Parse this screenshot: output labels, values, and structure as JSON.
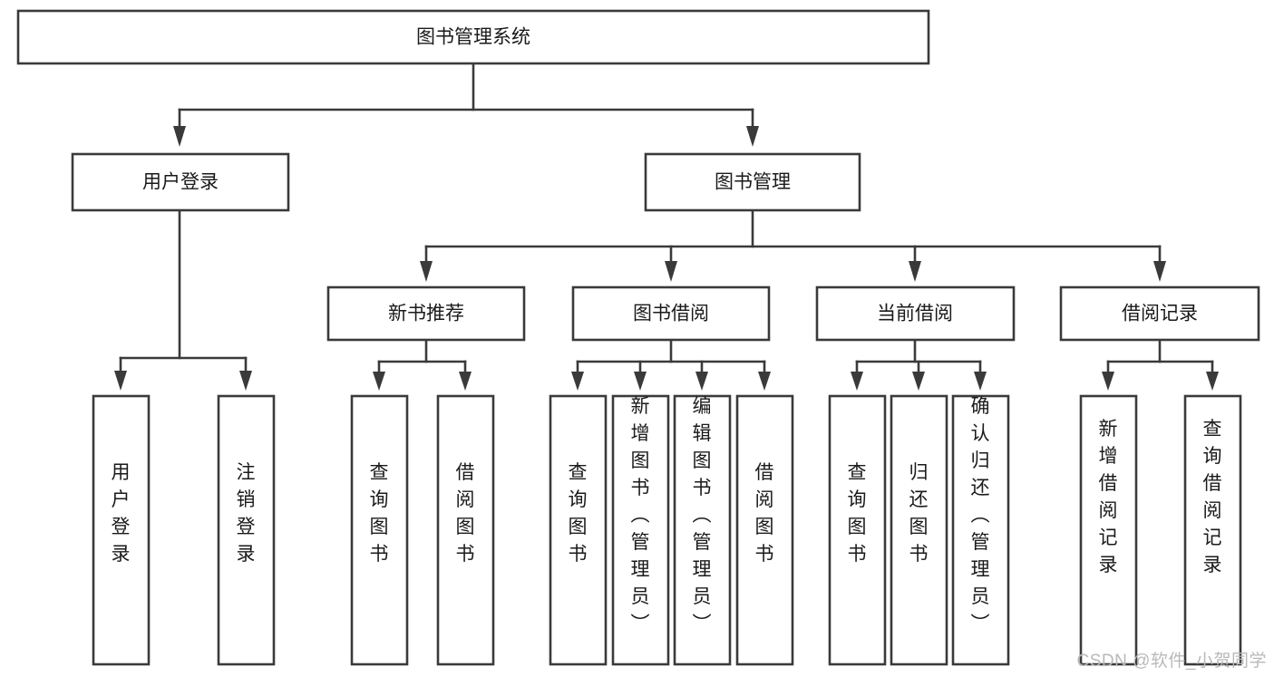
{
  "diagram": {
    "type": "tree",
    "title": "图书管理系统",
    "orientation": "top-down",
    "colors": {
      "box_stroke": "#3a3a3a",
      "box_fill": "#ffffff",
      "text": "#1a1a1a",
      "watermark": "#b9b9b9",
      "background": "#ffffff"
    },
    "nodes": {
      "root": {
        "label": "图书管理系统"
      },
      "level2": [
        {
          "id": "user-login",
          "label": "用户登录"
        },
        {
          "id": "book-manage",
          "label": "图书管理"
        }
      ],
      "level3": [
        {
          "id": "new-book-recommend",
          "label": "新书推荐"
        },
        {
          "id": "book-borrow",
          "label": "图书借阅"
        },
        {
          "id": "current-borrow",
          "label": "当前借阅"
        },
        {
          "id": "borrow-record",
          "label": "借阅记录"
        }
      ],
      "leaves": {
        "user-login": [
          {
            "id": "leaf-user-login",
            "label": "用户登录"
          },
          {
            "id": "leaf-logout",
            "label": "注销登录"
          }
        ],
        "new-book-recommend": [
          {
            "id": "leaf-query-book-1",
            "label": "查询图书"
          },
          {
            "id": "leaf-borrow-book-1",
            "label": "借阅图书"
          }
        ],
        "book-borrow": [
          {
            "id": "leaf-query-book-2",
            "label": "查询图书"
          },
          {
            "id": "leaf-add-book",
            "label": "新增图书（管理员）"
          },
          {
            "id": "leaf-edit-book",
            "label": "编辑图书（管理员）"
          },
          {
            "id": "leaf-borrow-book-2",
            "label": "借阅图书"
          }
        ],
        "current-borrow": [
          {
            "id": "leaf-query-book-3",
            "label": "查询图书"
          },
          {
            "id": "leaf-return-book",
            "label": "归还图书"
          },
          {
            "id": "leaf-confirm-return",
            "label": "确认归还（管理员）"
          }
        ],
        "borrow-record": [
          {
            "id": "leaf-add-record",
            "label": "新增借阅记录"
          },
          {
            "id": "leaf-query-record",
            "label": "查询借阅记录"
          }
        ]
      }
    }
  },
  "watermark": {
    "text": "CSDN @软件_小贺同学"
  }
}
